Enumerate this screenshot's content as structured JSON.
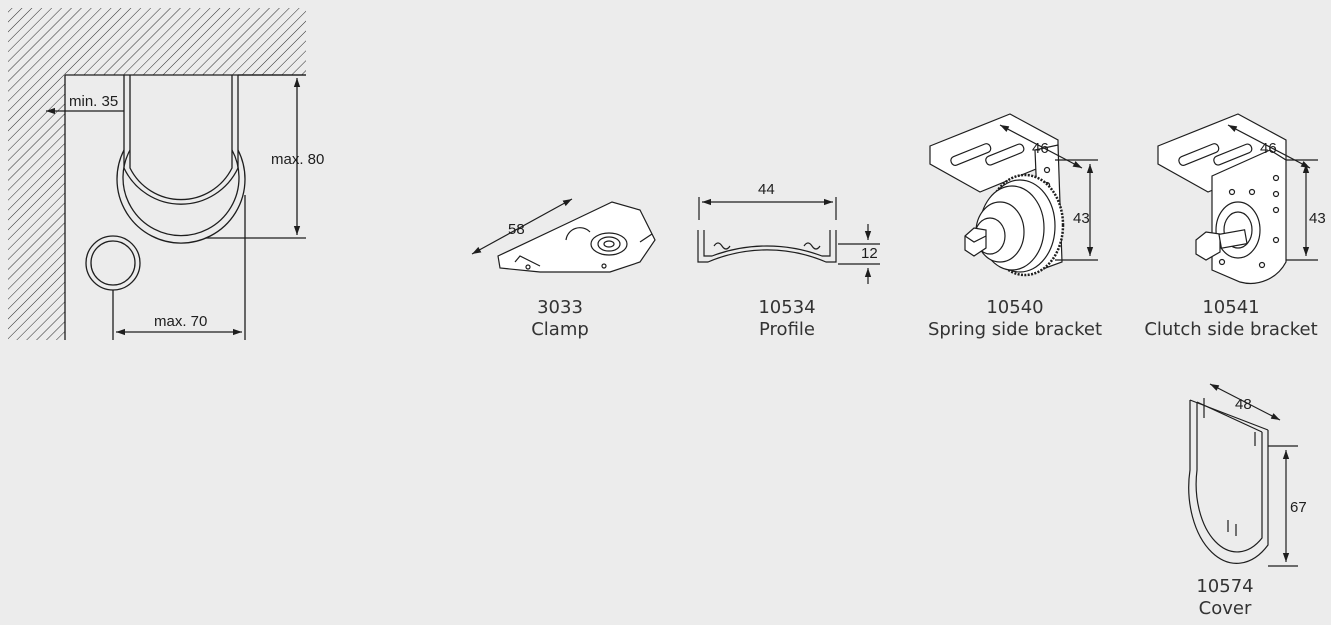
{
  "section_diagram": {
    "min_offset_label": "min. 35",
    "max_height_label": "max. 80",
    "max_width_label": "max. 70"
  },
  "parts": [
    {
      "number": "3033",
      "name": "Clamp",
      "dimensions": [
        "58"
      ]
    },
    {
      "number": "10534",
      "name": "Profile",
      "dimensions": [
        "44",
        "12"
      ]
    },
    {
      "number": "10540",
      "name": "Spring side bracket",
      "dimensions": [
        "46",
        "43"
      ]
    },
    {
      "number": "10541",
      "name": "Clutch side bracket",
      "dimensions": [
        "46",
        "43"
      ]
    },
    {
      "number": "10574",
      "name": "Cover",
      "dimensions": [
        "48",
        "67"
      ]
    }
  ],
  "colors": {
    "background": "#ececec",
    "line": "#1e1e1e",
    "part_fill": "#ffffff"
  }
}
